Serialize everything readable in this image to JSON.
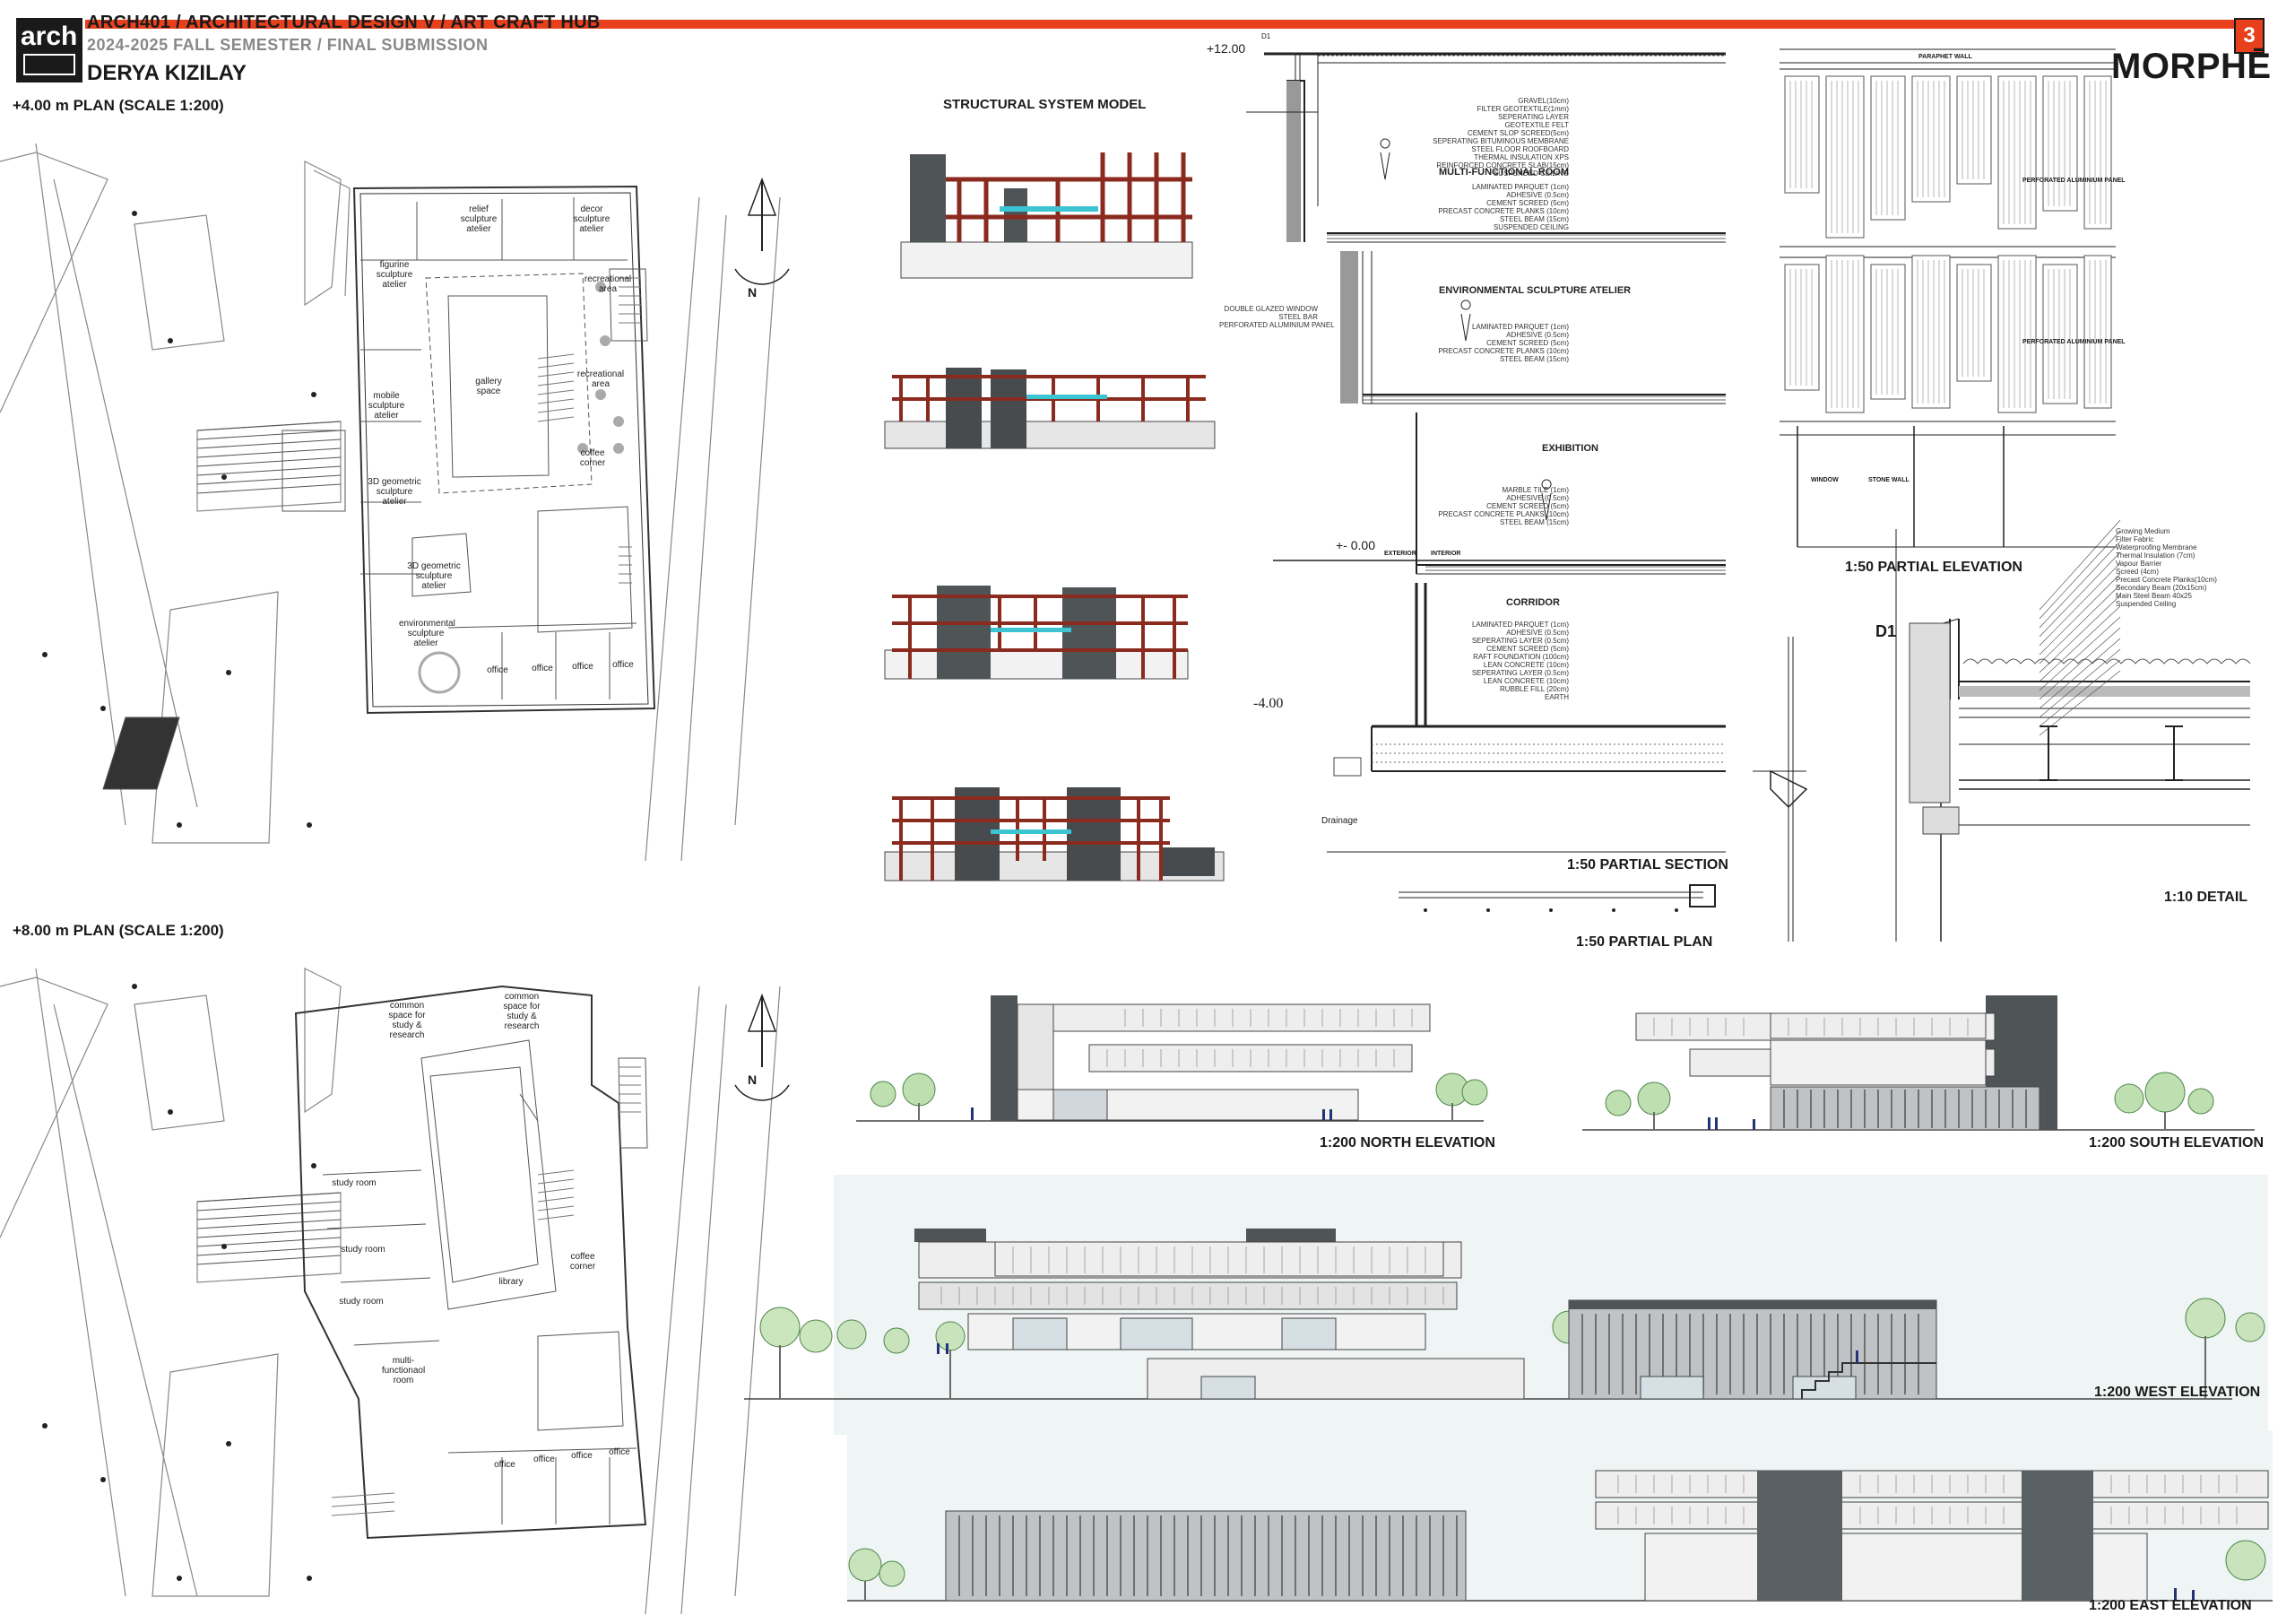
{
  "header": {
    "course": "ARCH401 / ARCHITECTURAL DESIGN V / ART CRAFT HUB",
    "semester": "2024-2025 FALL SEMESTER / FINAL SUBMISSION",
    "student": "DERYA KIZILAY",
    "logo_text": "arch",
    "page_number": "3",
    "brand": "MORPHĒ",
    "accent_color": "#e8401c"
  },
  "plans": {
    "level4": {
      "title": "+4.00 m PLAN (SCALE 1:200)",
      "rooms": [
        "relief sculpture atelier",
        "decor sculpture atelier",
        "figurine sculpture atelier",
        "recreational area",
        "gallery space",
        "recreational area",
        "mobile sculpture atelier",
        "3D geometric sculpture atelier",
        "coffee corner",
        "3D geometric sculpture atelier",
        "environmental sculpture atelier",
        "office",
        "office",
        "office",
        "office"
      ]
    },
    "level8": {
      "title": "+8.00 m PLAN (SCALE 1:200)",
      "rooms": [
        "common space for study & research",
        "common space for study & research",
        "study room",
        "study room",
        "library",
        "coffee corner",
        "study room",
        "multi-functionaol room",
        "office",
        "office",
        "office",
        "office"
      ]
    },
    "north_symbol": "N"
  },
  "structural": {
    "title": "STRUCTURAL SYSTEM MODEL"
  },
  "section": {
    "title": "1:50 PARTIAL SECTION",
    "plan_title": "1:50 PARTIAL PLAN",
    "level_top": "+12.00",
    "level_zero": "+- 0.00",
    "level_bottom": "-4.00",
    "detail_tag": "D1",
    "exterior": "EXTERIOR",
    "interior": "INTERIOR",
    "drainage": "Drainage",
    "window_notes": [
      "DOUBLE GLAZED WINDOW",
      "STEEL BAR",
      "PERFORATED ALUMINIUM PANEL"
    ],
    "spaces": [
      {
        "name": "MULTI-FUNCTIONAL ROOM",
        "notes": [
          "LAMINATED PARQUET (1cm)",
          "ADHESIVE (0.5cm)",
          "CEMENT SCREED (5cm)",
          "PRECAST CONCRETE PLANKS (10cm)",
          "STEEL BEAM (15cm)",
          "SUSPENDED CEILING"
        ]
      },
      {
        "name": "ENVIRONMENTAL SCULPTURE ATELIER",
        "notes": [
          "LAMINATED PARQUET (1cm)",
          "ADHESIVE (0.5cm)",
          "CEMENT SCREED (5cm)",
          "PRECAST CONCRETE PLANKS (10cm)",
          "STEEL BEAM (15cm)"
        ]
      },
      {
        "name": "EXHIBITION",
        "notes": [
          "MARBLE TILE (1cm)",
          "ADHESIVE (0.5cm)",
          "CEMENT SCREED (5cm)",
          "PRECAST CONCRETE PLANKS (10cm)",
          "STEEL BEAM (15cm)"
        ]
      },
      {
        "name": "CORRIDOR",
        "notes": [
          "LAMINATED PARQUET (1cm)",
          "ADHESIVE (0.5cm)",
          "SEPERATING LAYER (0.5cm)",
          "CEMENT SCREED (5cm)",
          "RAFT FOUNDATION (100cm)",
          "LEAN CONCRETE (10cm)",
          "SEPERATING LAYER (0.5cm)",
          "LEAN CONCRETE (10cm)",
          "RUBBLE FILL (20cm)",
          "EARTH"
        ]
      }
    ],
    "roof_notes": [
      "GRAVEL(10cm)",
      "FILTER GEOTEXTILE(1mm)",
      "SEPERATING LAYER",
      "GEOTEXTILE FELT",
      "CEMENT SLOP SCREED(5cm)",
      "SEPERATING BITUMINOUS MEMBRANE",
      "STEEL FLOOR ROOFBOARD",
      "THERMAL INSULATION XPS",
      "REINFORCED CONCRETE SLAB(15cm)",
      "SUSPENDED CEILING"
    ]
  },
  "partial_elevation": {
    "title": "1:50 PARTIAL ELEVATION",
    "parapet": "PARAPHET WALL",
    "panel_1": "PERFORATED ALUMINIUM PANEL",
    "panel_2": "PERFORATED ALUMINIUM PANEL",
    "window": "WINDOW",
    "stone_wall": "STONE WALL"
  },
  "detail": {
    "title": "1:10 DETAIL",
    "tag": "D1",
    "notes": [
      "Growing Medium",
      "Filter Fabric",
      "Waterproofing Membrane",
      "Thermal Insulation (7cm)",
      "Vapour Barrier",
      "Screed (4cm)",
      "Precast Concrete Planks(10cm)",
      "Secondary Beam (20x15cm)",
      "Main Steel Beam 40x25",
      "Suspended Ceiling"
    ]
  },
  "elevations": {
    "north": "1:200 NORTH ELEVATION",
    "south": "1:200 SOUTH ELEVATION",
    "west": "1:200 WEST ELEVATION",
    "east": "1:200 EAST ELEVATION"
  }
}
